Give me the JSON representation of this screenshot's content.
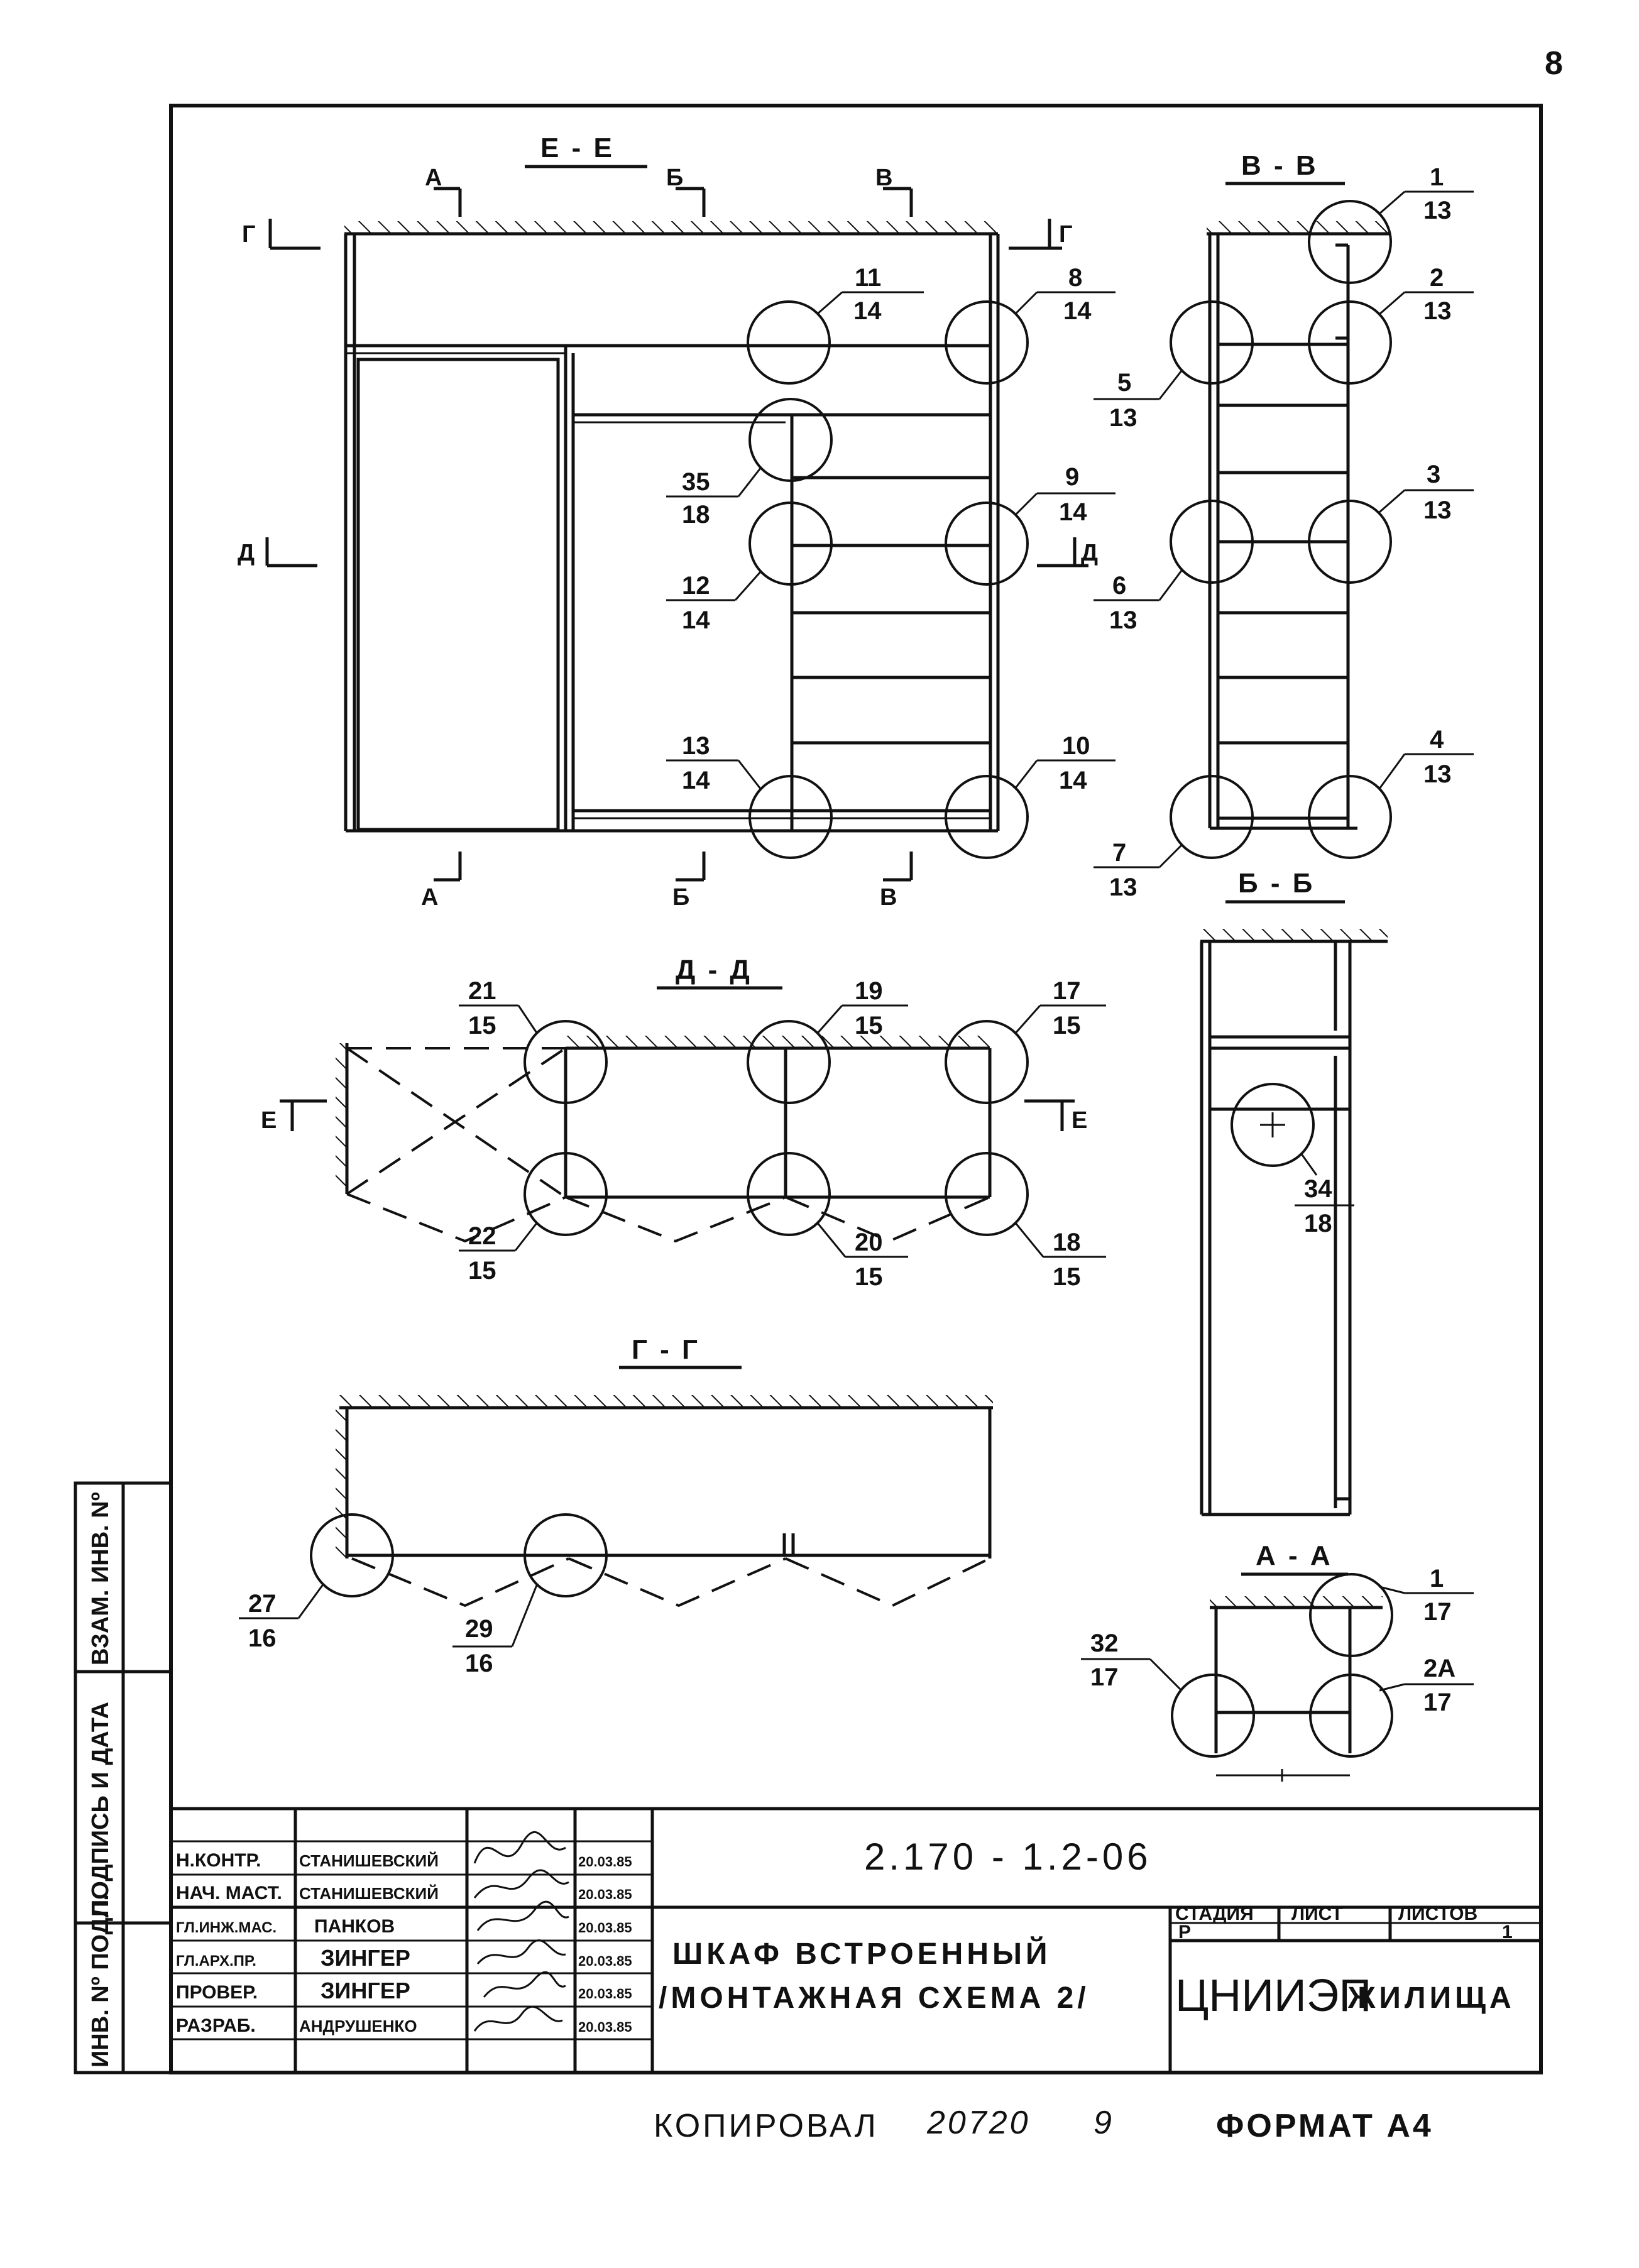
{
  "page_number": "8",
  "sections": {
    "ee": "Е - Е",
    "vv": "В - В",
    "bb": "Б - Б",
    "dd": "Д - Д",
    "gg": "Г - Г",
    "aa": "А - А"
  },
  "cut_marks": {
    "a": "А",
    "b": "Б",
    "v": "В",
    "g": "Г",
    "d": "Д",
    "e": "Е"
  },
  "callouts": [
    {
      "id": "11",
      "num": "11",
      "den": "14"
    },
    {
      "id": "8",
      "num": "8",
      "den": "14"
    },
    {
      "id": "35",
      "num": "35",
      "den": "18"
    },
    {
      "id": "9",
      "num": "9",
      "den": "14"
    },
    {
      "id": "12",
      "num": "12",
      "den": "14"
    },
    {
      "id": "13",
      "num": "13",
      "den": "14"
    },
    {
      "id": "10",
      "num": "10",
      "den": "14"
    },
    {
      "id": "1",
      "num": "1",
      "den": "13"
    },
    {
      "id": "2",
      "num": "2",
      "den": "13"
    },
    {
      "id": "5",
      "num": "5",
      "den": "13"
    },
    {
      "id": "3",
      "num": "3",
      "den": "13"
    },
    {
      "id": "6",
      "num": "6",
      "den": "13"
    },
    {
      "id": "4",
      "num": "4",
      "den": "13"
    },
    {
      "id": "7",
      "num": "7",
      "den": "13"
    },
    {
      "id": "21",
      "num": "21",
      "den": "15"
    },
    {
      "id": "19",
      "num": "19",
      "den": "15"
    },
    {
      "id": "17",
      "num": "17",
      "den": "15"
    },
    {
      "id": "22",
      "num": "22",
      "den": "15"
    },
    {
      "id": "20",
      "num": "20",
      "den": "15"
    },
    {
      "id": "18",
      "num": "18",
      "den": "15"
    },
    {
      "id": "34",
      "num": "34",
      "den": "18"
    },
    {
      "id": "27",
      "num": "27",
      "den": "16"
    },
    {
      "id": "29",
      "num": "29",
      "den": "16"
    },
    {
      "id": "1b",
      "num": "1",
      "den": "17"
    },
    {
      "id": "32",
      "num": "32",
      "den": "17"
    },
    {
      "id": "2a",
      "num": "2А",
      "den": "17"
    }
  ],
  "side_stamp": {
    "inv_podl": "ИНВ. Nº ПОДЛ.",
    "podpis_data": "ПОДПИСЬ И ДАТА",
    "vzam_inv": "ВЗАМ. ИНВ. Nº"
  },
  "title_block": {
    "doc_code": "2.170 - 1.2-06",
    "title_line1": "ШКАФ  ВСТРОЕННЫЙ",
    "title_line2": "/МОНТАЖНАЯ  СХЕМА 2/",
    "stage_header": "СТАДИЯ",
    "sheet_header": "ЛИСТ",
    "sheets_header": "ЛИСТОВ",
    "stage_value": "Р",
    "sheet_value": "",
    "sheets_value": "1",
    "org": "ЦНИИЭП",
    "org_suffix": "ЖИЛИЩА",
    "staff": [
      {
        "role": "Н.КОНТР.",
        "name": "СТАНИШЕВСКИЙ",
        "date": "20.03.85"
      },
      {
        "role": "НАЧ. МАСТ.",
        "name": "СТАНИШЕВСКИЙ",
        "date": "20.03.85"
      },
      {
        "role": "ГЛ.ИНЖ.МАС.",
        "name": "ПАНКОВ",
        "date": "20.03.85"
      },
      {
        "role": "ГЛ.АРХ.ПР.",
        "name": "ЗИНГЕР",
        "date": "20.03.85"
      },
      {
        "role": "ПРОВЕР.",
        "name": "ЗИНГЕР",
        "date": "20.03.85"
      },
      {
        "role": "РАЗРАБ.",
        "name": "АНДРУШЕНКО",
        "date": "20.03.85"
      }
    ]
  },
  "footer": {
    "copied": "КОПИРОВАЛ",
    "copy_num": "20720",
    "copy_sheet": "9",
    "format": "ФОРМАТ А4"
  }
}
